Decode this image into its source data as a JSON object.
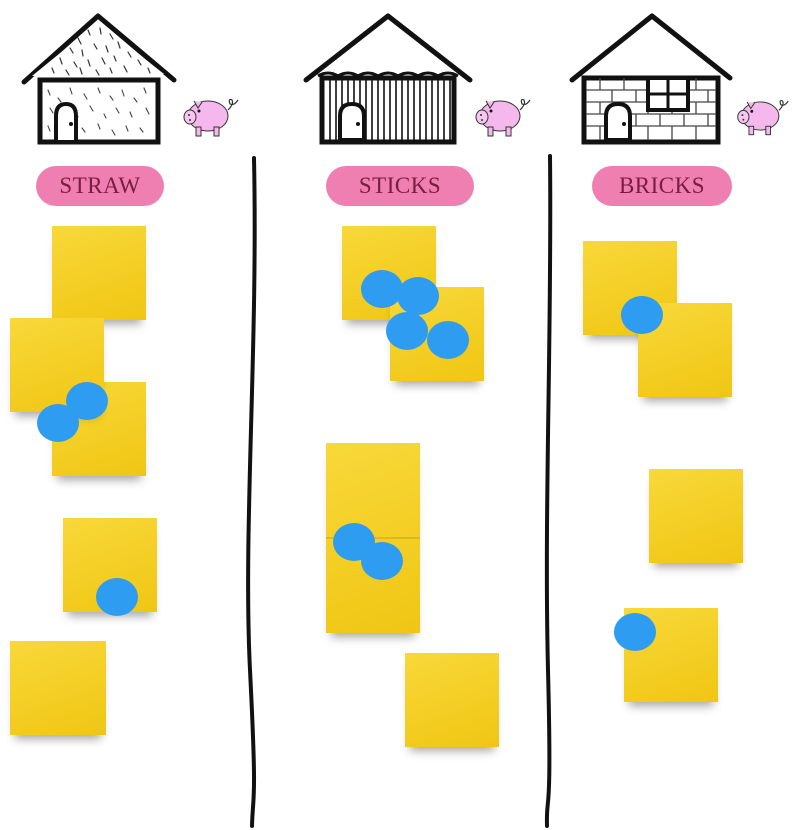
{
  "board": {
    "columns": [
      {
        "key": "straw",
        "label": "STRAW"
      },
      {
        "key": "sticks",
        "label": "STICKS"
      },
      {
        "key": "bricks",
        "label": "BRICKS"
      }
    ]
  },
  "colors": {
    "label_pill": "#ef7fb0",
    "label_text": "#7a1b40",
    "sticky_note": "#f5d02a",
    "vote_dot": "#2e9cf0",
    "pig": "#f5b8ec",
    "ink": "#111111"
  },
  "icons": [
    "straw-house-icon",
    "sticks-house-icon",
    "brick-house-icon",
    "pig-icon"
  ]
}
